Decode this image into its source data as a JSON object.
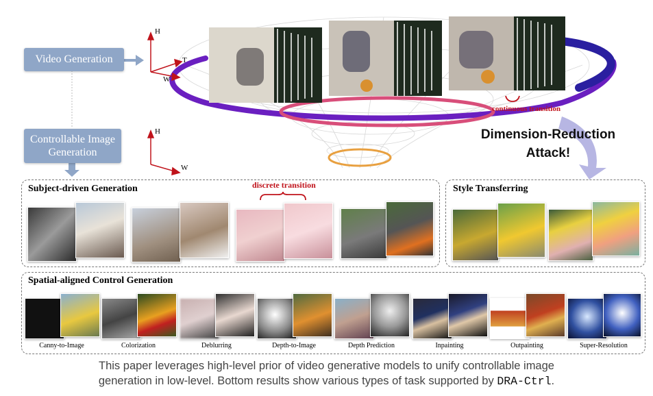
{
  "top": {
    "video_generation": "Video Generation",
    "controllable_image_generation": "Controllable Image Generation",
    "axes_video": {
      "h": "H",
      "t": "T",
      "w": "W"
    },
    "axes_image": {
      "h": "H",
      "w": "W"
    },
    "continuous_transition": "continuous transition",
    "attack_title": "Dimension-Reduction Attack!"
  },
  "subject_panel": {
    "title": "Subject-driven Generation",
    "discrete_transition": "discrete transition"
  },
  "style_panel": {
    "title": "Style Transferring"
  },
  "spatial_panel": {
    "title": "Spatial-aligned Control Generation",
    "tasks": [
      "Canny-to-Image",
      "Colorization",
      "Deblurring",
      "Depth-to-Image",
      "Depth Prediction",
      "Inpainting",
      "Outpainting",
      "Super-Resolution"
    ]
  },
  "caption": {
    "line1": "This paper leverages high-level prior of video generative models to unify controllable image",
    "line2_prefix": "generation in low-level. Bottom results show various types of task supported by ",
    "line2_code": "DRA-Ctrl",
    "line2_suffix": "."
  },
  "colors": {
    "pill": "#8fa6c7",
    "red": "#c0131b",
    "purple": "#6a1fc0",
    "navy": "#2a1fa0",
    "pink": "#d84e7a",
    "orange": "#e8a040",
    "arrow": "#b7b6e3"
  }
}
